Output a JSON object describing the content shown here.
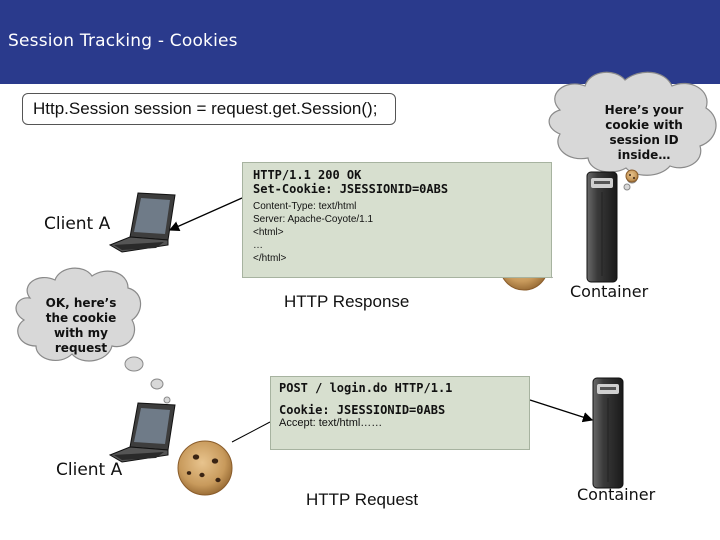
{
  "title": "Session Tracking - Cookies",
  "code": "Http.Session session = request.get.Session();",
  "server_bubble": [
    "Here’s your",
    "cookie with",
    "session ID",
    "inside…"
  ],
  "client_bubble": [
    "OK, here’s",
    "the cookie",
    "with my",
    "request"
  ],
  "response": {
    "status_line": "HTTP/1.1 200 OK",
    "set_cookie": "Set-Cookie: JSESSIONID=0ABS",
    "headers": [
      "Content-Type: text/html",
      "Server: Apache-Coyote/1.1",
      "<html>",
      "…",
      "</html>"
    ],
    "label": "HTTP Response"
  },
  "request": {
    "request_line": "POST / login.do HTTP/1.1",
    "cookie": "Cookie: JSESSIONID=0ABS",
    "accept": "Accept: text/html……",
    "label": "HTTP Request"
  },
  "client_label_top": "Client A",
  "client_label_bottom": "Client A",
  "container_label_top": "Container",
  "container_label_bottom": "Container",
  "colors": {
    "title_bar": "#2a3a8c",
    "message_box": "#d7dfcf",
    "bubble": "#d8d8d8",
    "cookie": "#c89a5c"
  },
  "icons": [
    "laptop-icon",
    "server-icon",
    "cookie-icon"
  ]
}
